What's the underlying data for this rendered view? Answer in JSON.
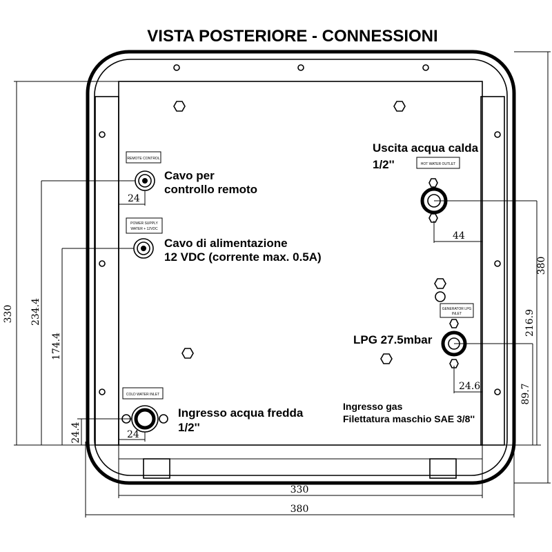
{
  "title": "VISTA POSTERIORE - CONNESSIONI",
  "labels": {
    "remote_cable": [
      "Cavo per",
      "controllo remoto"
    ],
    "power_cable": [
      "Cavo di alimentazione",
      "12 VDC (corrente max. 0.5A)"
    ],
    "hot_water": [
      "Uscita acqua calda",
      "1/2''"
    ],
    "lpg": "LPG 27.5mbar",
    "cold_water": [
      "Ingresso acqua fredda",
      "1/2''"
    ],
    "gas_inlet": [
      "Ingresso gas",
      "Filettatura maschio SAE 3/8''"
    ]
  },
  "port_tags": {
    "remote": "REMOTE CONTROL",
    "power": [
      "POWER SUPPLY",
      "WATER + 12VDC"
    ],
    "hot_water": "HOT WATER OUTLET",
    "lpg": [
      "GENERATOR LPG",
      "INLET"
    ],
    "cold_water": "COLD WATER INLET"
  },
  "dimensions": {
    "remote_offset": "24",
    "hot_water_offset": "44",
    "lpg_offset": "24.6",
    "cold_water_offset": "24",
    "left_height_outer": "330",
    "remote_height": "234.4",
    "power_height": "174.4",
    "cold_water_height": "24.4",
    "right_height_outer": "380",
    "hot_water_height": "216.9",
    "lpg_height": "89.7",
    "width_inner": "330",
    "width_outer": "380"
  }
}
